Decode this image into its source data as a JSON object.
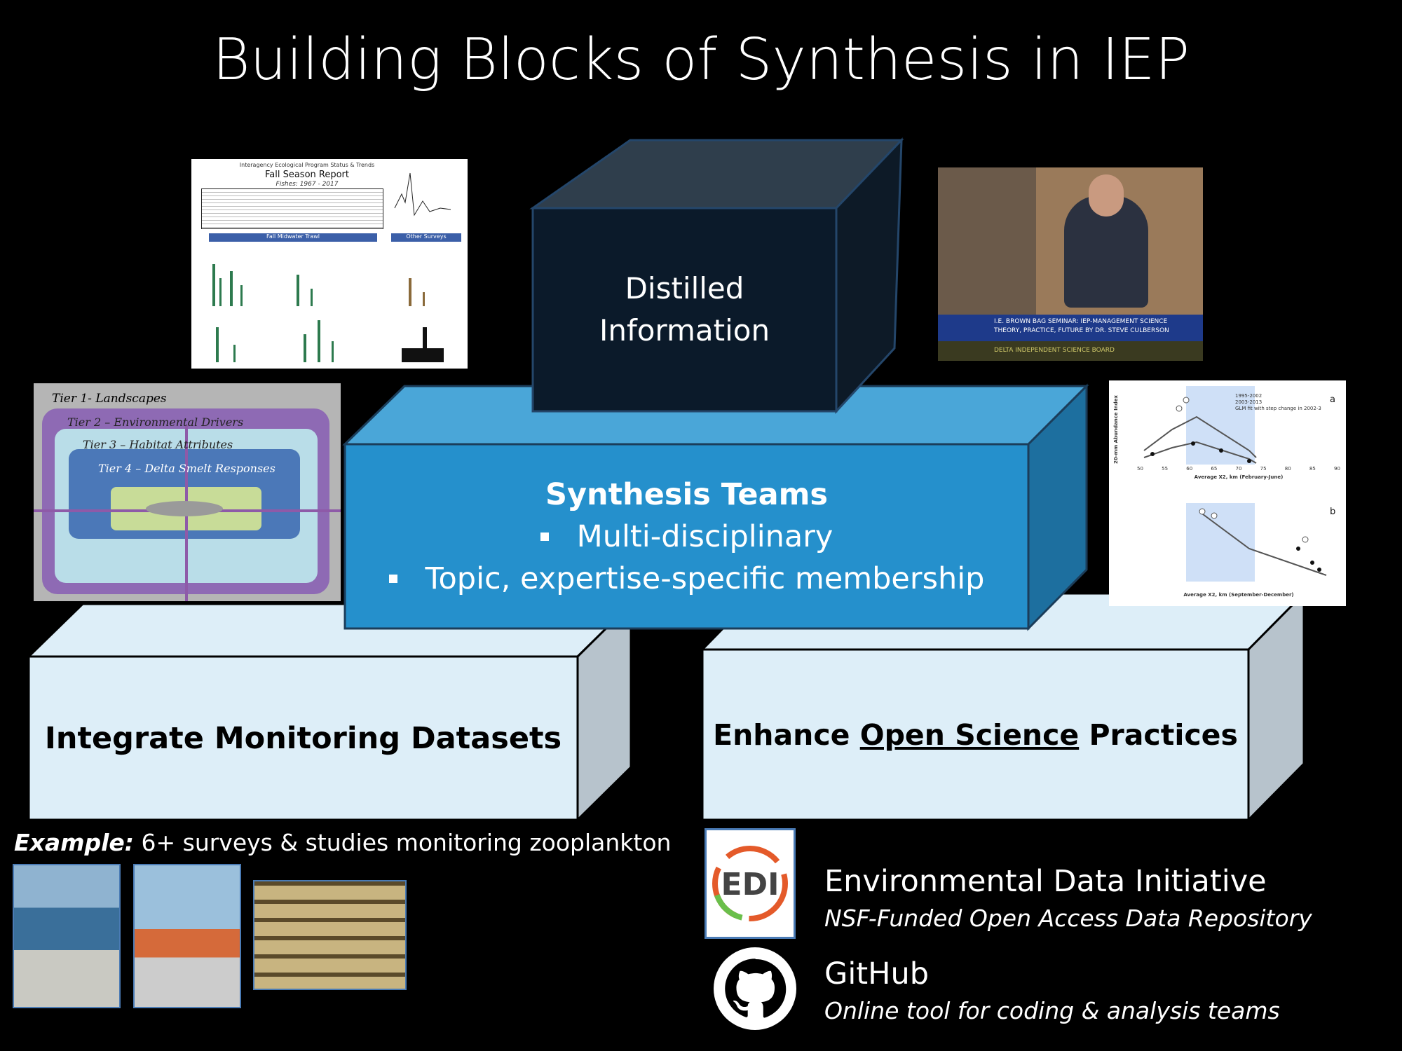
{
  "title": "Building Blocks of Synthesis in IEP",
  "top_block": {
    "line1": "Distilled",
    "line2": "Information"
  },
  "middle_block": {
    "heading": "Synthesis Teams",
    "bullets": [
      "Multi-disciplinary",
      "Topic, expertise-specific membership"
    ]
  },
  "bottom_left_block": {
    "label": "Integrate Monitoring Datasets"
  },
  "bottom_right_block": {
    "prefix": "Enhance ",
    "link": "Open Science",
    "suffix": " Practices"
  },
  "report_image": {
    "org": "Interagency Ecological Program Status & Trends",
    "title": "Fall Season Report",
    "subtitle": "Fishes: 1967 - 2017",
    "section1": "Fall Midwater Trawl",
    "section2": "Other Surveys"
  },
  "video_image": {
    "caption1": "I.E. BROWN BAG SEMINAR: IEP-MANAGEMENT SCIENCE",
    "caption2": "THEORY, PRACTICE, FUTURE BY DR. STEVE CULBERSON",
    "caption3": "DELTA INDEPENDENT SCIENCE BOARD"
  },
  "tiers_image": {
    "tiers": [
      "Tier 1- Landscapes",
      "Tier 2 – Environmental Drivers",
      "Tier 3 – Habitat Attributes",
      "Tier 4 – Delta Smelt Responses"
    ]
  },
  "x2_chart": {
    "a_label": "a",
    "b_label": "b",
    "ylabel": "20-mm Abundance Index",
    "xlabel_a": "Average X2, km (February-June)",
    "xlabel_b": "Average X2, km (September-December)",
    "legend": [
      "1995-2002",
      "2003-2013",
      "GLM fit with step change in 2002-3"
    ],
    "xticks": [
      "50",
      "55",
      "60",
      "65",
      "70",
      "75",
      "80",
      "85",
      "90"
    ]
  },
  "example": {
    "bold": "Example:",
    "text": " 6+ surveys & studies monitoring zooplankton"
  },
  "edi": {
    "title": "Environmental Data Initiative",
    "subtitle": "NSF-Funded Open Access Data Repository",
    "logo_text": "EDI"
  },
  "github": {
    "title": "GitHub",
    "subtitle": "Online tool for coding & analysis teams"
  }
}
